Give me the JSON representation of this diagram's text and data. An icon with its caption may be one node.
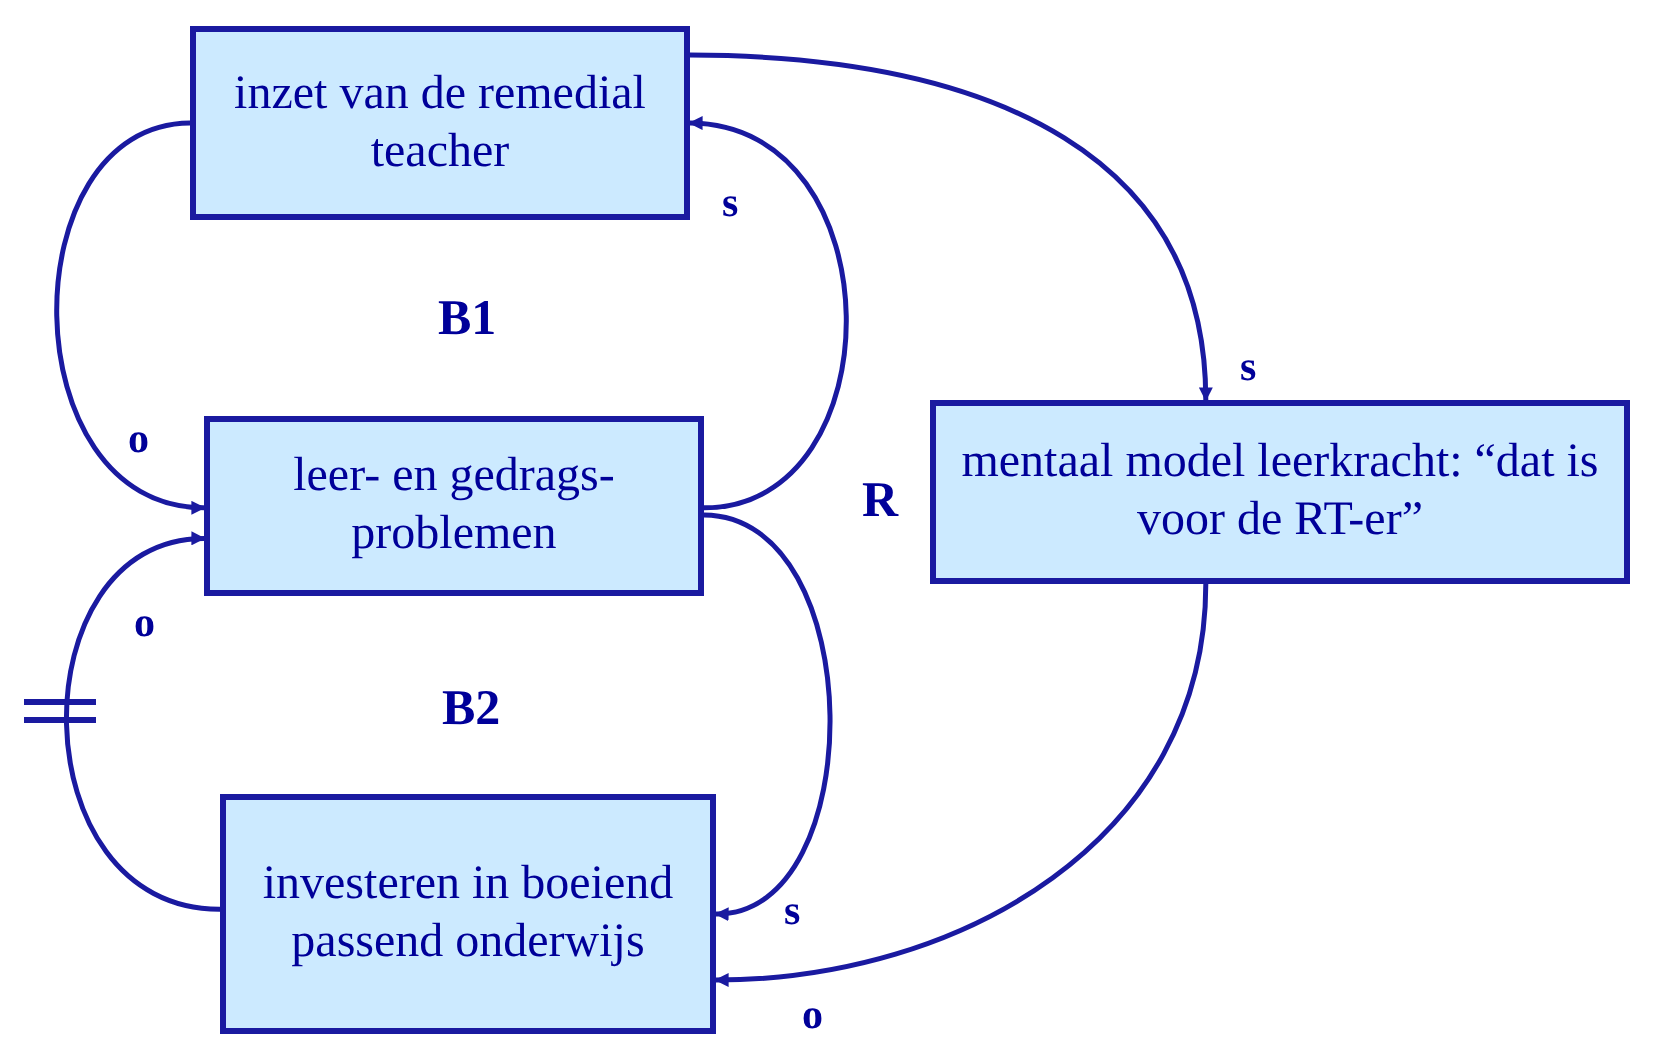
{
  "diagram": {
    "nodes": [
      {
        "text": [
          "inzet van de remedial teacher"
        ]
      },
      {
        "text": [
          "leer- en gedrags-problemen"
        ]
      },
      {
        "text": [
          "mentaal model leerkracht: “dat is voor de RT-er”"
        ]
      },
      {
        "text": [
          "investeren in boeiend passend onderwijs"
        ]
      }
    ],
    "edges": [
      {
        "from": 0,
        "to": 1,
        "arrow": "to",
        "label": "o"
      },
      {
        "from": 1,
        "to": 0,
        "arrow": "to",
        "label": "s"
      },
      {
        "from": 0,
        "to": 2,
        "arrow": "to",
        "label": "s"
      },
      {
        "from": 1,
        "to": 3,
        "arrow": "to",
        "label": "s"
      },
      {
        "from": 2,
        "to": 3,
        "arrow": "to",
        "label": "o"
      },
      {
        "from": 3,
        "to": 1,
        "arrow": "to",
        "label": "o"
      }
    ],
    "labels": [
      "B1",
      "R",
      "B2"
    ]
  }
}
